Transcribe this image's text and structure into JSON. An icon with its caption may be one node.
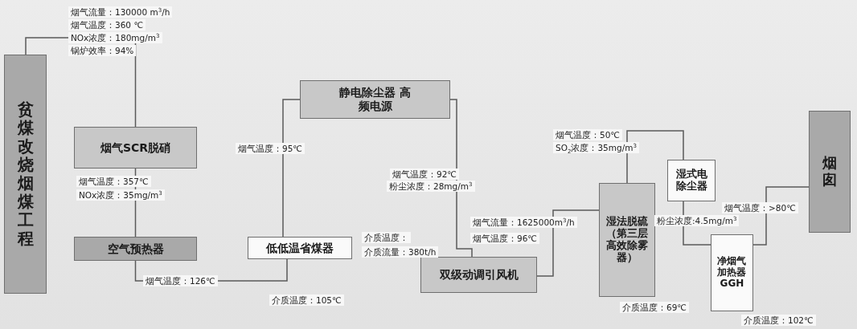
{
  "diagram": {
    "nodes": [
      {
        "text": [
          "贫煤改烧烟煤工程"
        ]
      },
      {
        "text": [
          "烟气SCR脱硝"
        ]
      },
      {
        "text": [
          "空气预热器"
        ]
      },
      {
        "text": [
          "低低温省煤器"
        ]
      },
      {
        "text": [
          "静电除尘器 高频电源"
        ]
      },
      {
        "text": [
          "双级动调引风机"
        ]
      },
      {
        "text": [
          "湿法脱硫（第三层高效除雾器）"
        ]
      },
      {
        "text": [
          "湿式电除尘器"
        ]
      },
      {
        "text": [
          "净烟气加热器GGH"
        ]
      },
      {
        "text": [
          "烟囱"
        ]
      }
    ],
    "edges": [
      {
        "from": 0,
        "to": 1,
        "arrow": "none"
      },
      {
        "from": 1,
        "to": 2,
        "arrow": "none"
      },
      {
        "from": 2,
        "to": 3,
        "arrow": "none"
      },
      {
        "from": 3,
        "to": 4,
        "arrow": "none"
      },
      {
        "from": 4,
        "to": 5,
        "arrow": "none"
      },
      {
        "from": 5,
        "to": 6,
        "arrow": "none"
      },
      {
        "from": 6,
        "to": 7,
        "arrow": "none"
      },
      {
        "from": 7,
        "to": 8,
        "arrow": "none"
      },
      {
        "from": 8,
        "to": 9,
        "arrow": "none"
      }
    ],
    "labels": [
      "烟气流量：130000 m$^{3}$/h",
      "烟气温度：360 ℃",
      "NOx浓度：180mg/m$^{3}$",
      "锅炉效率：94%",
      "烟气温度：357℃",
      "NOx浓度：35mg/m$^{3}$",
      "烟气温度：95℃",
      "烟气温度：92℃",
      "粉尘浓度：28mg/m$^{3}$",
      "介质温度：",
      "介质流量：380t/h",
      "烟气流量：1625000m$^{3}$/h",
      "烟气温度：96℃",
      "烟气温度：126℃",
      "介质温度：105℃",
      "烟气温度：50℃",
      "SO$_{2}$浓度：35mg/m$^{3}$",
      "粉尘浓度:4.5mg/m$^{3}$",
      "烟气温度：>80℃",
      "介质温度：69℃",
      "介质温度：102℃"
    ]
  }
}
